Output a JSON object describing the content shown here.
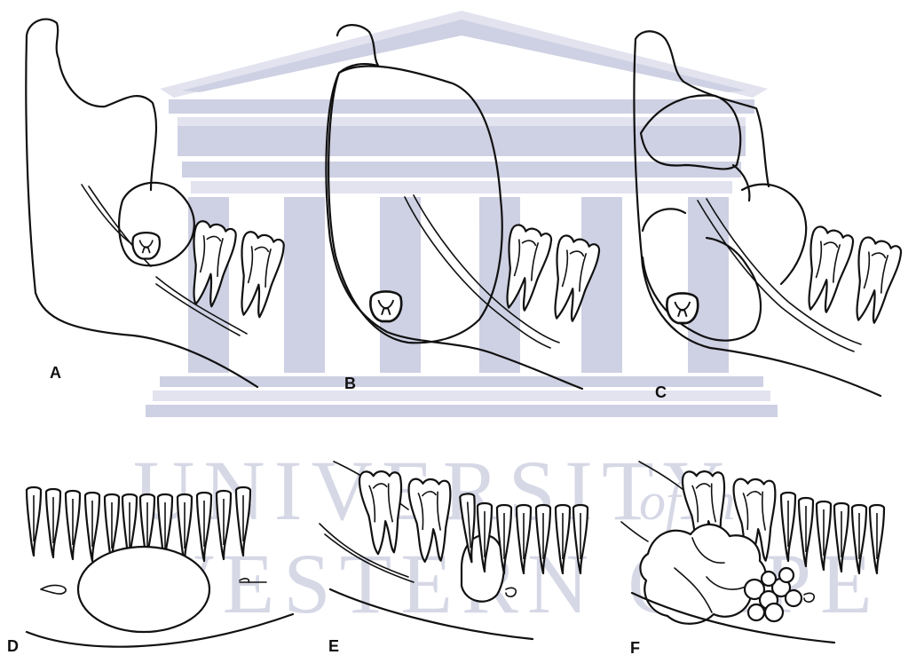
{
  "watermark": {
    "line1": "UNIVERSITY",
    "line1_suffix": "of the",
    "line2": "WESTERN CAPE",
    "color": "#c9cce0"
  },
  "panels": [
    {
      "id": "A",
      "label": "A"
    },
    {
      "id": "B",
      "label": "B"
    },
    {
      "id": "C",
      "label": "C"
    },
    {
      "id": "D",
      "label": "D"
    },
    {
      "id": "E",
      "label": "E"
    },
    {
      "id": "F",
      "label": "F"
    }
  ]
}
